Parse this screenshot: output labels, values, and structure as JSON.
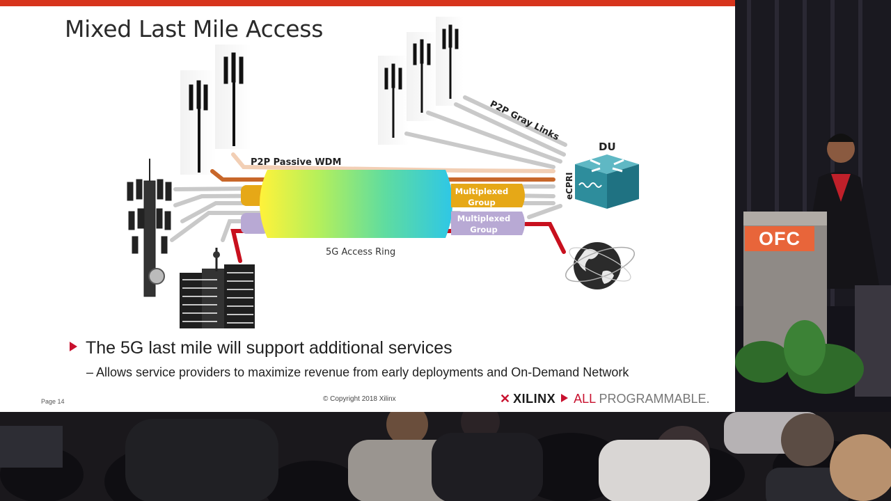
{
  "slide": {
    "title": "Mixed Last Mile Access",
    "labels": {
      "passive_wdm": "P2P Passive WDM",
      "gray_links": "P2P Gray Links",
      "du": "DU",
      "ecpri": "eCPRI",
      "multiplexed_1_line1": "Multiplexed",
      "multiplexed_1_line2": "Group",
      "multiplexed_2_line1": "Multiplexed",
      "multiplexed_2_line2": "Group",
      "access_ring": "5G Access Ring"
    },
    "bullet": "The 5G last mile will support additional services",
    "subbullet": "– Allows service providers to maximize revenue from early deployments and On-Demand Network",
    "page": "Page 14",
    "copyright": "© Copyright 2018 Xilinx",
    "brand": {
      "name": "XILINX",
      "all": "ALL",
      "programmable": "PROGRAMMABLE."
    }
  },
  "stage": {
    "sign": "OFC"
  },
  "icons": [
    "cell-tower-icon",
    "building-icon",
    "router-icon",
    "globe-icon",
    "xilinx-logo-icon"
  ],
  "colors": {
    "accent": "#d7341c",
    "brand_red": "#c8102e",
    "router": "#2e8d9c",
    "group1": "#e6a817",
    "group2": "#b8a9d4"
  }
}
